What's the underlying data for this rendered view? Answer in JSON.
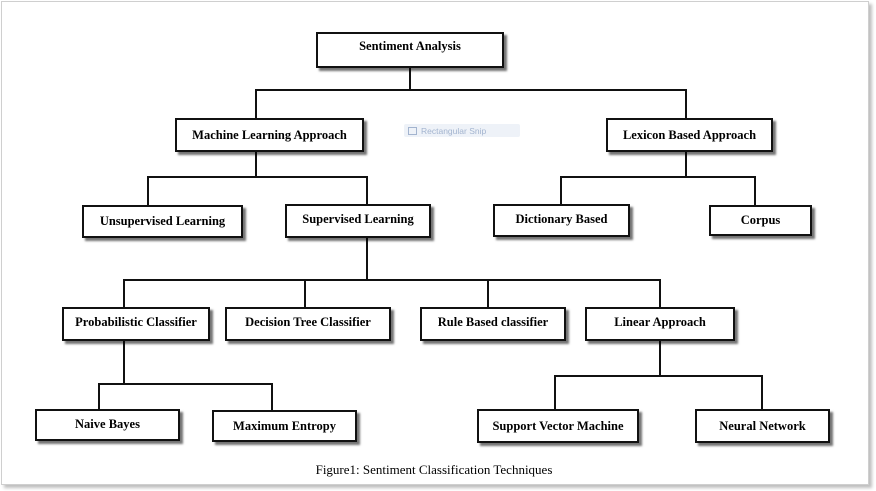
{
  "diagram": {
    "root": "Sentiment Analysis",
    "approaches": {
      "machine_learning": "Machine Learning Approach",
      "lexicon": "Lexicon Based Approach"
    },
    "ml_children": {
      "unsupervised": "Unsupervised Learning",
      "supervised": "Supervised Learning"
    },
    "lexicon_children": {
      "dictionary": "Dictionary Based",
      "corpus": "Corpus"
    },
    "supervised_children": {
      "probabilistic": "Probabilistic Classifier",
      "decision_tree": "Decision Tree Classifier",
      "rule_based": "Rule Based classifier",
      "linear": "Linear Approach"
    },
    "probabilistic_children": {
      "naive_bayes": "Naive Bayes",
      "max_entropy": "Maximum Entropy"
    },
    "linear_children": {
      "svm": "Support Vector Machine",
      "neural_network": "Neural Network"
    }
  },
  "overlay": {
    "snip_label": "Rectangular Snip"
  },
  "caption": "Figure1: Sentiment Classification Techniques",
  "colors": {
    "line": "#111111",
    "box_border": "#111111",
    "snip_background": "#eef2f8",
    "snip_text": "#a3b4cf"
  }
}
